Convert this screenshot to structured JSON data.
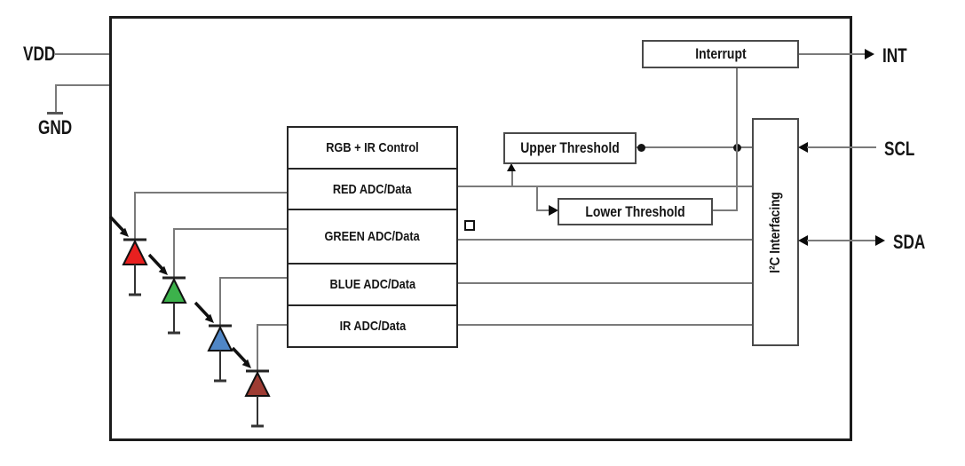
{
  "pins": {
    "vdd": "VDD",
    "gnd": "GND",
    "int": "INT",
    "scl": "SCL",
    "sda": "SDA"
  },
  "blocks": {
    "interrupt": "Interrupt",
    "upper_threshold": "Upper Threshold",
    "lower_threshold": "Lower Threshold",
    "i2c": "I²C Interfacing",
    "stack_rows": [
      "RGB + IR Control",
      "RED ADC/Data",
      "GREEN ADC/Data",
      "BLUE ADC/Data",
      "IR ADC/Data"
    ]
  },
  "photodiodes": [
    {
      "name": "red-photodiode",
      "color": "#e8201f"
    },
    {
      "name": "green-photodiode",
      "color": "#3cb24b"
    },
    {
      "name": "blue-photodiode",
      "color": "#4f86c6"
    },
    {
      "name": "ir-photodiode",
      "color": "#9e3c33"
    }
  ],
  "colors": {
    "connector": "#7a7a7a",
    "chip_border": "#1c1c1c",
    "box_border": "#4a4a4a",
    "background": "#ffffff"
  }
}
